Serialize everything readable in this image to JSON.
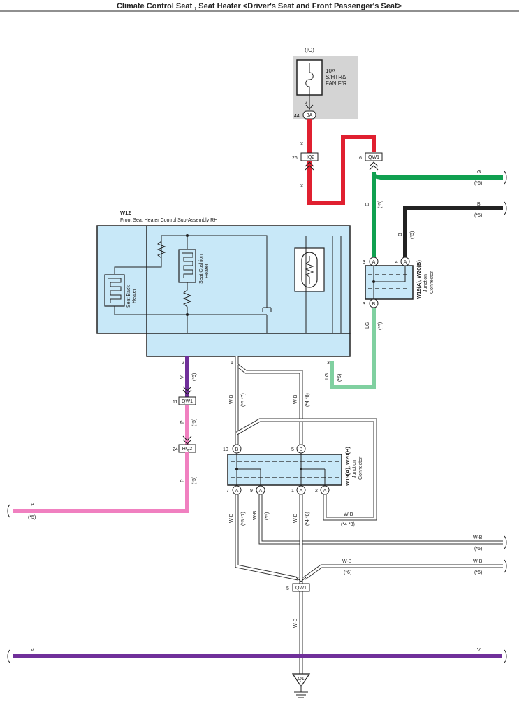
{
  "title": "Climate Control Seat , Seat Heater <Driver's Seat and Front Passenger's Seat>",
  "fuse": {
    "ig": "(IG)",
    "rating": "10A",
    "name_line1": "S/HTR&",
    "name_line2": "FAN F/R",
    "pin_top": "2",
    "pin_left": "44",
    "conn": "3A"
  },
  "connectors": {
    "hq2": "HQ2",
    "qw1": "QW1",
    "pin_26": "26",
    "pin_6": "6",
    "pin_11": "11",
    "pin_24": "24",
    "pin_5": "5"
  },
  "component": {
    "id": "W12",
    "name": "Front Seat Heater Control Sub-Assembly RH",
    "seat_back_l1": "Seat Back",
    "seat_back_l2": "Heater",
    "seat_cushion_l1": "Seat Cushion",
    "seat_cushion_l2": "Heater",
    "pin_2": "2",
    "pin_1": "1",
    "pin_3": "3"
  },
  "jc_upper": {
    "name_l1": "W19(A), W20(B)",
    "name_l2": "Junction",
    "name_l3": "Connector",
    "pin_3a": "3",
    "pin_4a": "4",
    "pin_3b": "3",
    "A": "A",
    "B": "B"
  },
  "jc_lower": {
    "name_l1": "W19(A), W20(B)",
    "name_l2": "Junction",
    "name_l3": "Connector",
    "pin_10": "10",
    "pin_5": "5",
    "pin_7": "7",
    "pin_9": "9",
    "pin_1": "1",
    "pin_2": "2",
    "A": "A",
    "B": "B"
  },
  "wires": {
    "R": "R",
    "G": "G",
    "B": "B",
    "LG": "LG",
    "V": "V",
    "P": "P",
    "WB": "W-B",
    "n5": "(*5)",
    "n6": "(*6)",
    "n57": "(*5 *7)",
    "n48": "(*4 *8)"
  },
  "ground": "Q1"
}
